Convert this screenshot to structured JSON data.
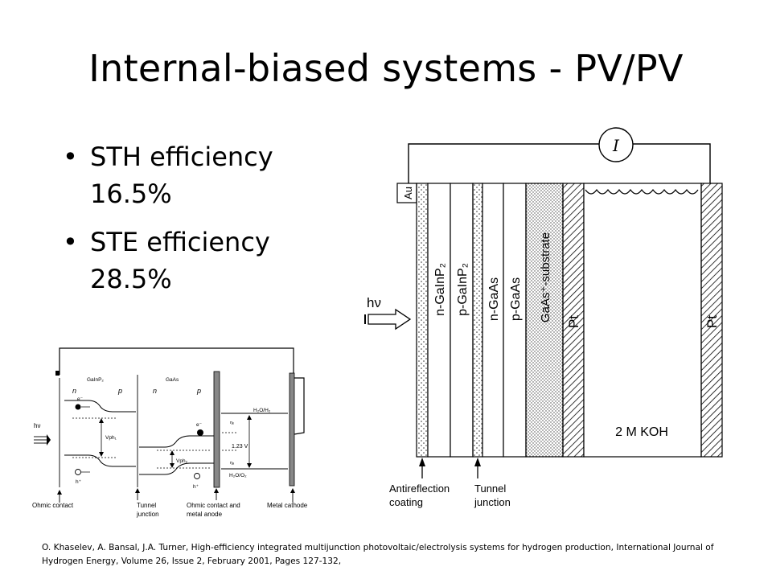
{
  "slide": {
    "title": "Internal-biased systems - PV/PV",
    "bullets": [
      {
        "line1": "STH efficiency",
        "line2": "16.5%"
      },
      {
        "line1": "STE efficiency",
        "line2": "28.5%"
      }
    ],
    "citation": "O. Khaselev, A. Bansal, J.A. Turner, High-efficiency integrated multijunction photovoltaic/electrolysis systems for hydrogen production, International Journal of Hydrogen Energy, Volume 26, Issue 2, February 2001, Pages 127-132,"
  },
  "cell_diagram": {
    "meter": "I",
    "contact": "Au",
    "light": "hν",
    "layers": [
      "n-GaInP₂",
      "p-GaInP₂",
      "n-GaAs",
      "p-GaAs",
      "GaAs⁺-substrate"
    ],
    "electrode_left": "Pt",
    "electrode_right": "Pt",
    "electrolyte": "2 M KOH",
    "label_antireflection": [
      "Antireflection",
      "coating"
    ],
    "label_tunnel": [
      "Tunnel",
      "junction"
    ]
  },
  "band_diagram": {
    "material_1": "GaInP₂",
    "material_2": "GaAs",
    "region_labels": [
      "n",
      "p",
      "n",
      "p"
    ],
    "light": "hν",
    "electron": "e⁻",
    "hole": "h⁺",
    "vph1": "Vph₁",
    "vph2": "Vph₂",
    "eta_c": "ηₑ",
    "eta_a": "ηₐ",
    "voltage": "1.23 V",
    "redox_top": "H₂O/H₂",
    "redox_bottom": "H₂O/O₂",
    "label_ohmic": "Ohmic contact",
    "label_tunnel": [
      "Tunnel",
      "junction"
    ],
    "label_anode": [
      "Ohmic contact and",
      "metal anode"
    ],
    "label_cathode": "Metal cathode"
  }
}
